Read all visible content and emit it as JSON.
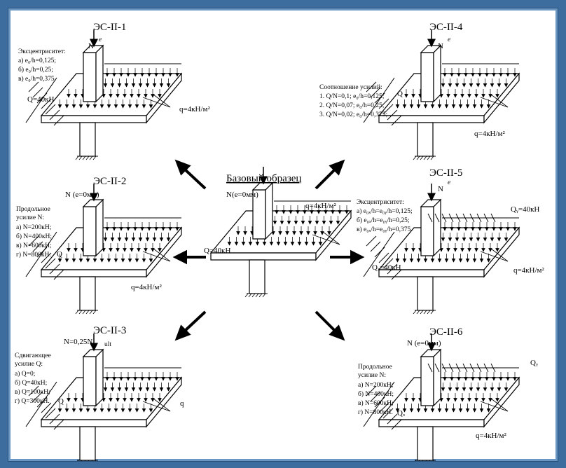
{
  "center": {
    "title": "Базовый образец",
    "n_label": "N(e=0мм)",
    "q_load": "q=4кН/м²",
    "shear": "Q=40кН"
  },
  "es1": {
    "title": "ЭС-II-1",
    "e": "e",
    "n": "N",
    "desc": [
      "Эксцентриситет:",
      "а) e₀/h=0,125;",
      "б) e₀/h=0,25;",
      "в) e₀/h=0,375."
    ],
    "shear": "Q=40кН",
    "q_load": "q=4кН/м²"
  },
  "es2": {
    "title": "ЭС-II-2",
    "n_label": "N (e=0мм)",
    "desc": [
      "Продольное",
      "усилие N:",
      "а) N=200кН;",
      "б) N=400кН;",
      "в) N=600кН;",
      "г) N=800кН."
    ],
    "shear": "Q",
    "q_load": "q=4кН/м²"
  },
  "es3": {
    "title": "ЭС-II-3",
    "n_label": "N=0,25N",
    "n_sub": "ult",
    "desc": [
      "Сдвигающее",
      "усилие Q:",
      "а) Q=0;",
      "б) Q=40кН;",
      "в) Q=100кН;",
      "г) Q=300кН."
    ],
    "shear": "Q",
    "q_load": "q"
  },
  "es4": {
    "title": "ЭС-II-4",
    "e": "e",
    "n": "N",
    "desc": [
      "Соотношение усилий:",
      "1. Q/N=0,1; e₀/h=0,125;",
      "2. Q/N=0,07; e₀/h=0,25;",
      "3. Q/N=0,02; e₀/h=0,375;"
    ],
    "shear": "Q",
    "q_load": "q=4кН/м²"
  },
  "es5": {
    "title": "ЭС-II-5",
    "e": "e",
    "n": "N",
    "desc": [
      "Эксцентриситет:",
      "а) e₀ₓ/h=e₀ᵧ/h=0,125;",
      "б) e₀ₓ/h=e₀ᵧ/h=0,25;",
      "в) e₀ₓ/h=e₀ᵧ/h=0,375."
    ],
    "shear_y": "Qᵧ=40кН",
    "shear_x": "Qₓ=40кН",
    "q_load": "q=4кН/м²"
  },
  "es6": {
    "title": "ЭС-II-6",
    "n_label": "N (e=0мм)",
    "desc": [
      "Продольное",
      "усилие N:",
      "а) N=200кН;",
      "б) N=400кН;",
      "в) N=600кН;",
      "г) N=800кН."
    ],
    "shear_y": "Qᵧ",
    "shear_x": "Qₓ",
    "q_load": "q=4кН/м²"
  },
  "colors": {
    "frame": "#3d6d9e",
    "panel": "#ffffff",
    "ink": "#000000"
  }
}
